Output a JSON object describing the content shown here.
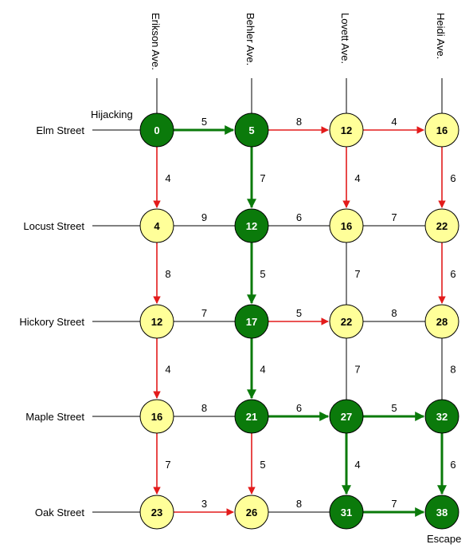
{
  "colors": {
    "path_green": "#0a7a0a",
    "path_red": "#e31b1b",
    "line_black": "#000000",
    "node_green_fill": "#0b7a0b",
    "node_green_text": "#ffffff",
    "node_yellow_fill": "#ffff99",
    "node_yellow_text": "#000000",
    "node_stroke": "#000000"
  },
  "avenues": [
    "Erikson Ave.",
    "Behler Ave.",
    "Lovett Ave.",
    "Heidi Ave."
  ],
  "streets": [
    "Elm Street",
    "Locust Street",
    "Hickory Street",
    "Maple Street",
    "Oak Street"
  ],
  "start_label": "Hijacking",
  "end_label": "Escape",
  "nodes": [
    {
      "r": 0,
      "c": 0,
      "value": "0",
      "type": "green"
    },
    {
      "r": 0,
      "c": 1,
      "value": "5",
      "type": "green"
    },
    {
      "r": 0,
      "c": 2,
      "value": "12",
      "type": "yellow"
    },
    {
      "r": 0,
      "c": 3,
      "value": "16",
      "type": "yellow"
    },
    {
      "r": 1,
      "c": 0,
      "value": "4",
      "type": "yellow"
    },
    {
      "r": 1,
      "c": 1,
      "value": "12",
      "type": "green"
    },
    {
      "r": 1,
      "c": 2,
      "value": "16",
      "type": "yellow"
    },
    {
      "r": 1,
      "c": 3,
      "value": "22",
      "type": "yellow"
    },
    {
      "r": 2,
      "c": 0,
      "value": "12",
      "type": "yellow"
    },
    {
      "r": 2,
      "c": 1,
      "value": "17",
      "type": "green"
    },
    {
      "r": 2,
      "c": 2,
      "value": "22",
      "type": "yellow"
    },
    {
      "r": 2,
      "c": 3,
      "value": "28",
      "type": "yellow"
    },
    {
      "r": 3,
      "c": 0,
      "value": "16",
      "type": "yellow"
    },
    {
      "r": 3,
      "c": 1,
      "value": "21",
      "type": "green"
    },
    {
      "r": 3,
      "c": 2,
      "value": "27",
      "type": "green"
    },
    {
      "r": 3,
      "c": 3,
      "value": "32",
      "type": "green"
    },
    {
      "r": 4,
      "c": 0,
      "value": "23",
      "type": "yellow"
    },
    {
      "r": 4,
      "c": 1,
      "value": "26",
      "type": "yellow"
    },
    {
      "r": 4,
      "c": 2,
      "value": "31",
      "type": "green"
    },
    {
      "r": 4,
      "c": 3,
      "value": "38",
      "type": "green"
    }
  ],
  "h_edges": [
    {
      "r": 0,
      "c": 0,
      "weight": "5",
      "style": "green"
    },
    {
      "r": 0,
      "c": 1,
      "weight": "8",
      "style": "red"
    },
    {
      "r": 0,
      "c": 2,
      "weight": "4",
      "style": "red"
    },
    {
      "r": 1,
      "c": 0,
      "weight": "9",
      "style": "plain"
    },
    {
      "r": 1,
      "c": 1,
      "weight": "6",
      "style": "plain"
    },
    {
      "r": 1,
      "c": 2,
      "weight": "7",
      "style": "plain"
    },
    {
      "r": 2,
      "c": 0,
      "weight": "7",
      "style": "plain"
    },
    {
      "r": 2,
      "c": 1,
      "weight": "5",
      "style": "red"
    },
    {
      "r": 2,
      "c": 2,
      "weight": "8",
      "style": "plain"
    },
    {
      "r": 3,
      "c": 0,
      "weight": "8",
      "style": "plain"
    },
    {
      "r": 3,
      "c": 1,
      "weight": "6",
      "style": "green"
    },
    {
      "r": 3,
      "c": 2,
      "weight": "5",
      "style": "green"
    },
    {
      "r": 4,
      "c": 0,
      "weight": "3",
      "style": "red"
    },
    {
      "r": 4,
      "c": 1,
      "weight": "8",
      "style": "plain"
    },
    {
      "r": 4,
      "c": 2,
      "weight": "7",
      "style": "green"
    }
  ],
  "v_edges": [
    {
      "r": 0,
      "c": 0,
      "weight": "4",
      "style": "red"
    },
    {
      "r": 0,
      "c": 1,
      "weight": "7",
      "style": "green"
    },
    {
      "r": 0,
      "c": 2,
      "weight": "4",
      "style": "red"
    },
    {
      "r": 0,
      "c": 3,
      "weight": "6",
      "style": "red"
    },
    {
      "r": 1,
      "c": 0,
      "weight": "8",
      "style": "red"
    },
    {
      "r": 1,
      "c": 1,
      "weight": "5",
      "style": "green"
    },
    {
      "r": 1,
      "c": 2,
      "weight": "7",
      "style": "plain"
    },
    {
      "r": 1,
      "c": 3,
      "weight": "6",
      "style": "red"
    },
    {
      "r": 2,
      "c": 0,
      "weight": "4",
      "style": "red"
    },
    {
      "r": 2,
      "c": 1,
      "weight": "4",
      "style": "green"
    },
    {
      "r": 2,
      "c": 2,
      "weight": "7",
      "style": "plain"
    },
    {
      "r": 2,
      "c": 3,
      "weight": "8",
      "style": "plain"
    },
    {
      "r": 3,
      "c": 0,
      "weight": "7",
      "style": "red"
    },
    {
      "r": 3,
      "c": 1,
      "weight": "5",
      "style": "red"
    },
    {
      "r": 3,
      "c": 2,
      "weight": "4",
      "style": "green"
    },
    {
      "r": 3,
      "c": 3,
      "weight": "6",
      "style": "green"
    }
  ]
}
